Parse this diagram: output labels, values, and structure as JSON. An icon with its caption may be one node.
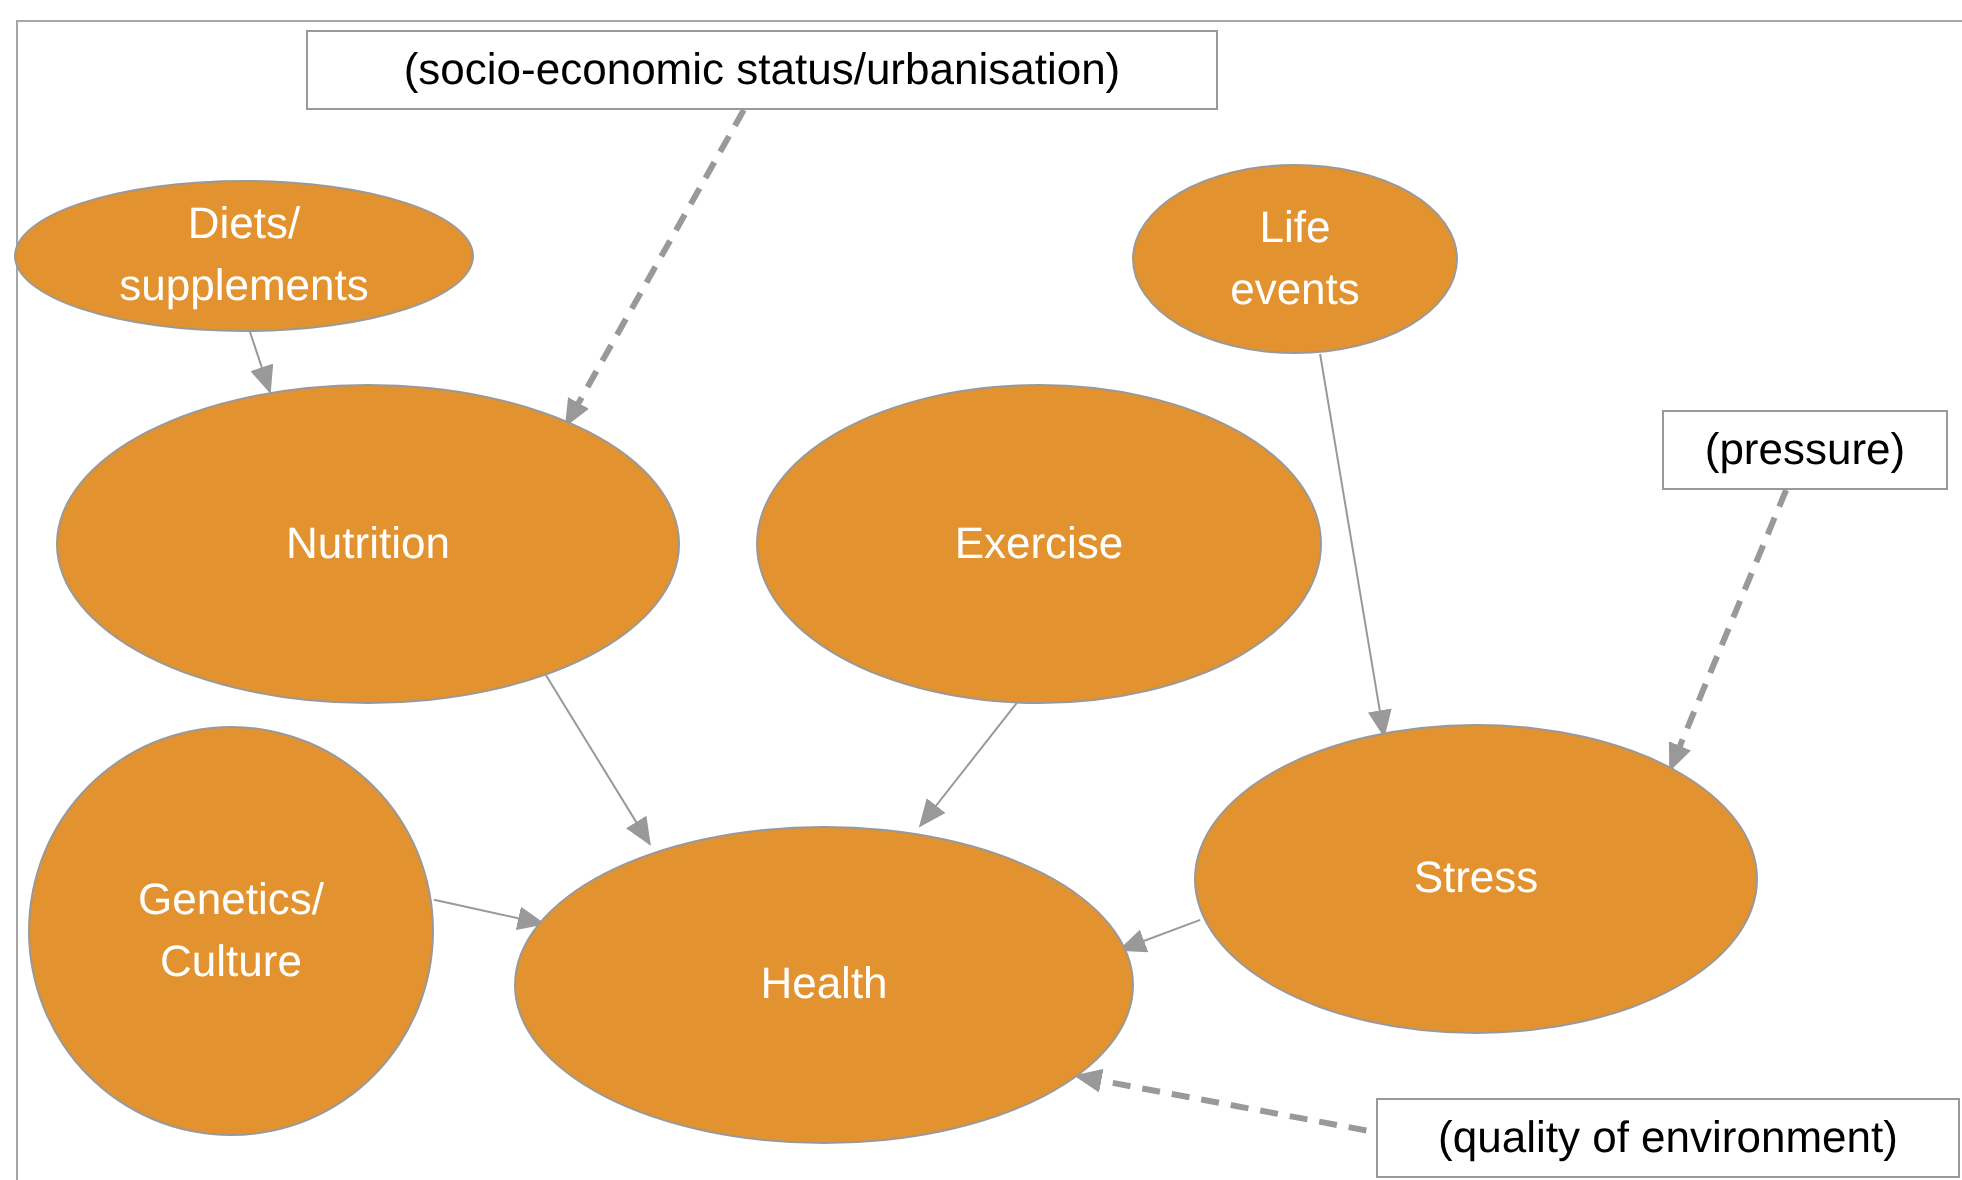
{
  "diagram": {
    "nodes": [
      {
        "text": [
          "(socio-economic status/urbanisation)"
        ]
      },
      {
        "text": [
          "Diets/ supplements"
        ]
      },
      {
        "text": [
          "Life events"
        ]
      },
      {
        "text": [
          "Nutrition"
        ]
      },
      {
        "text": [
          "Exercise"
        ]
      },
      {
        "text": [
          "(pressure)"
        ]
      },
      {
        "text": [
          "Genetics/ Culture"
        ]
      },
      {
        "text": [
          "Stress"
        ]
      },
      {
        "text": [
          "Health"
        ]
      },
      {
        "text": [
          "(quality of environment)"
        ]
      }
    ],
    "edges": [
      {
        "from": 0,
        "to": 3,
        "arrow": "to",
        "style": "dashed"
      },
      {
        "from": 1,
        "to": 3,
        "arrow": "to"
      },
      {
        "from": 2,
        "to": 7,
        "arrow": "to"
      },
      {
        "from": 5,
        "to": 7,
        "arrow": "to",
        "style": "dashed"
      },
      {
        "from": 3,
        "to": 8,
        "arrow": "to"
      },
      {
        "from": 4,
        "to": 8,
        "arrow": "to"
      },
      {
        "from": 6,
        "to": 8,
        "arrow": "to"
      },
      {
        "from": 7,
        "to": 8,
        "arrow": "to"
      },
      {
        "from": 9,
        "to": 8,
        "arrow": "to",
        "style": "dashed"
      }
    ]
  }
}
